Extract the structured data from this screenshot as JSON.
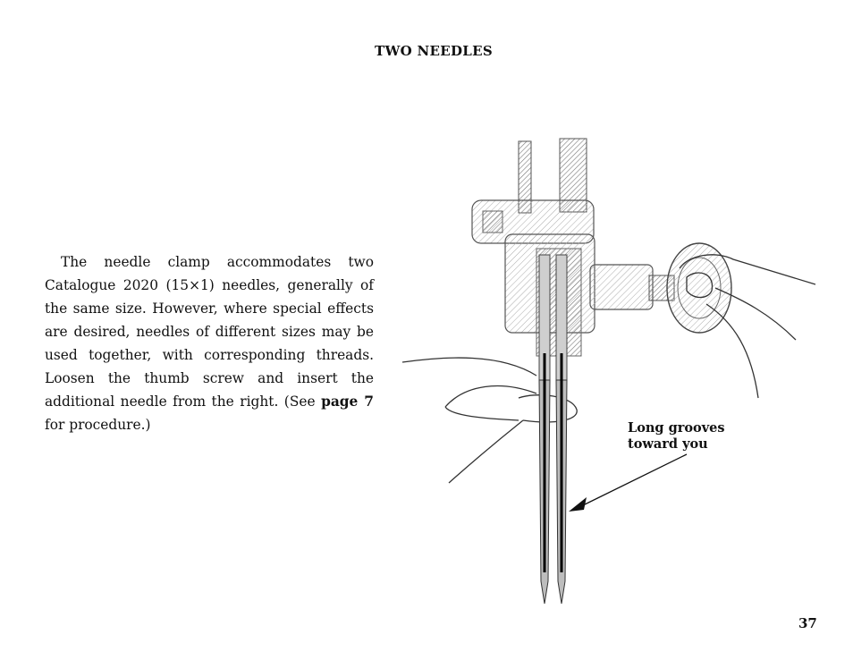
{
  "page": {
    "title": "TWO NEEDLES",
    "body": {
      "text_before": "The needle clamp accommodates two Catalogue 2020 (15×1) needles, generally of the same size. However, where special effects are desired, needles of different sizes may be used together, with corresponding threads. Loosen the thumb screw and insert the additional needle from the right. (See ",
      "page_ref": "page 7",
      "text_after": " for procedure.)"
    },
    "figure": {
      "callout_line1": "Long grooves",
      "callout_line2": "toward you"
    },
    "page_number": "37"
  }
}
